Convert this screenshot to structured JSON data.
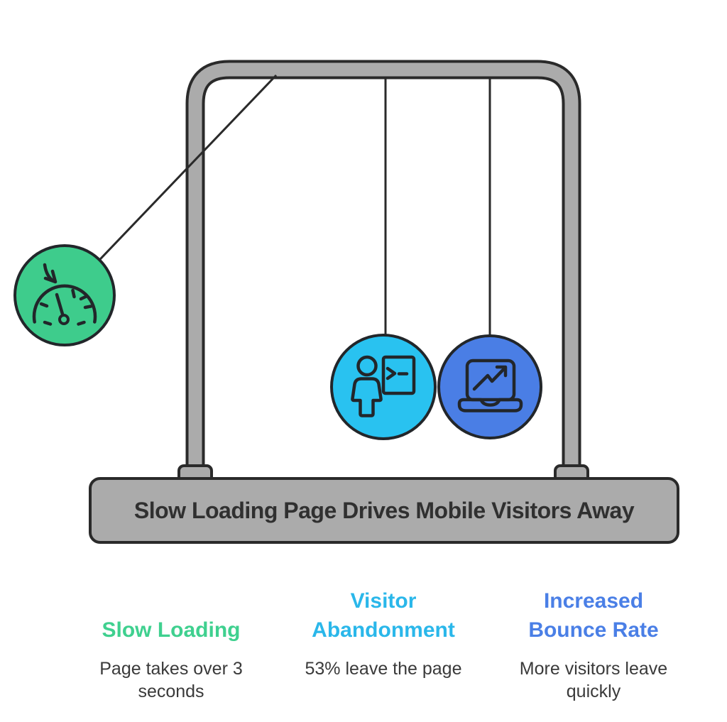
{
  "banner": {
    "title": "Slow Loading Page Drives Mobile Visitors Away"
  },
  "colors": {
    "frame_gray": "#ABABAB",
    "outline_dark": "#2A2A2A",
    "icon_stroke": "#22262A",
    "green": "#3ECC8C",
    "cyan": "#29C2F0",
    "blue": "#4A7EE5"
  },
  "pendulum": {
    "balls": [
      {
        "name": "slow-loading-ball",
        "icon": "speedometer-icon",
        "color": "#3ECC8C"
      },
      {
        "name": "visitor-abandonment-ball",
        "icon": "presentation-person-icon",
        "color": "#29C2F0"
      },
      {
        "name": "increased-bounce-rate-ball",
        "icon": "laptop-trend-icon",
        "color": "#4A7EE5"
      }
    ]
  },
  "columns": [
    {
      "heading": "Slow Loading",
      "heading_color": "#3FD08F",
      "body": "Page takes over 3 seconds"
    },
    {
      "heading": "Visitor Abandonment",
      "heading_color": "#2AB7EA",
      "body": "53% leave the page"
    },
    {
      "heading": "Increased Bounce Rate",
      "heading_color": "#4A7FE6",
      "body": "More visitors leave quickly"
    }
  ]
}
